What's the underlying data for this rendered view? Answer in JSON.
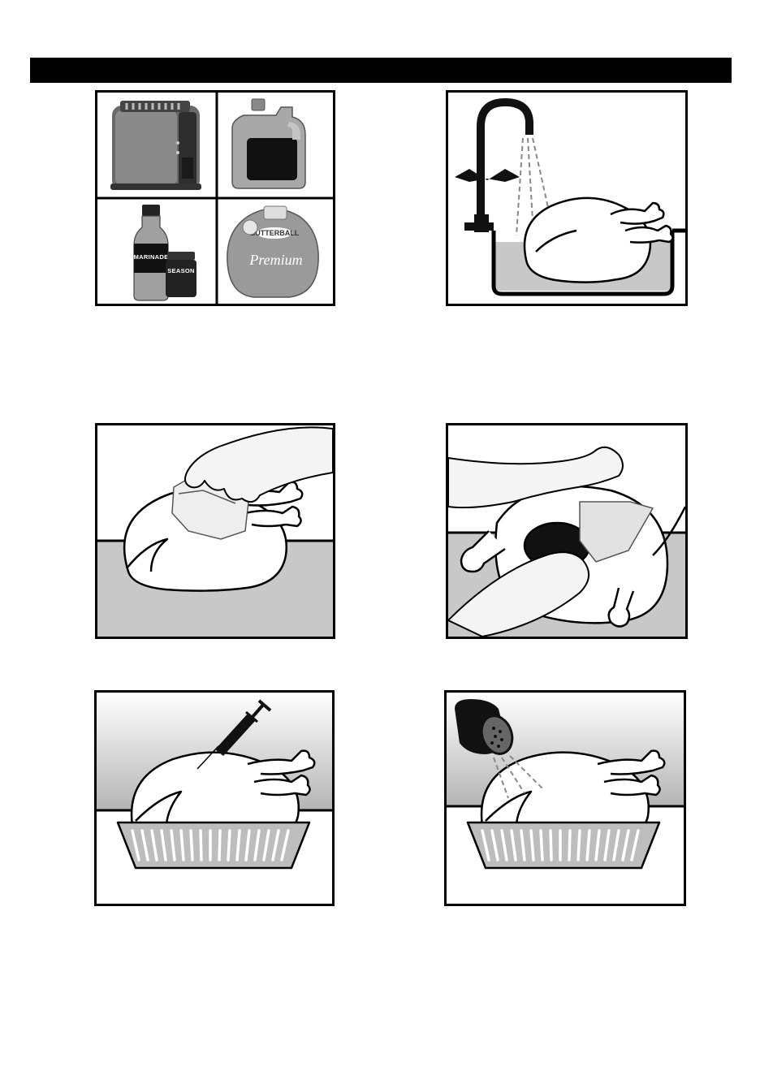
{
  "panels": {
    "supplies": {
      "marinade_label": "MARINADE",
      "season_label": "SEASON",
      "turkey_brand": "BUTTERBALL",
      "turkey_tagline": "Premium"
    }
  }
}
